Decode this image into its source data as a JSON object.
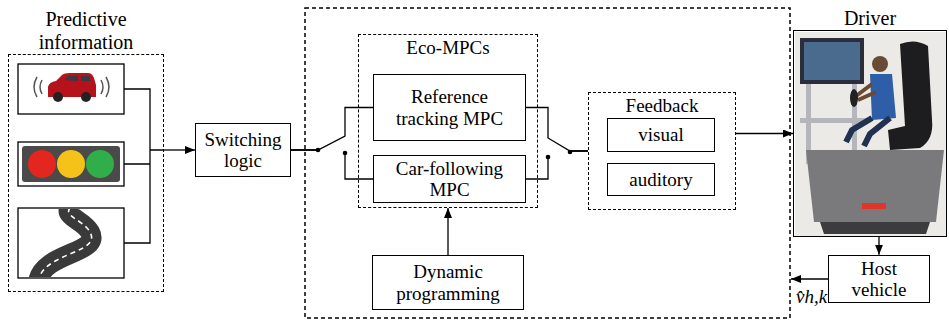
{
  "diagram": {
    "nodes": [
      {
        "text": [
          "Predictive information"
        ]
      },
      {
        "text": [
          "Switching logic"
        ]
      },
      {
        "text": [
          "Eco-MPCs"
        ]
      },
      {
        "text": [
          "Reference tracking MPC"
        ],
        "in": 2
      },
      {
        "text": [
          "Car-following MPC"
        ],
        "in": 2
      },
      {
        "text": [
          "Dynamic programming"
        ]
      },
      {
        "text": [
          "Feedback"
        ]
      },
      {
        "text": [
          "visual"
        ],
        "in": 6
      },
      {
        "text": [
          "auditory"
        ],
        "in": 6
      },
      {
        "text": [
          "Driver"
        ]
      },
      {
        "text": [
          "Host vehicle"
        ]
      }
    ],
    "edges": [
      {
        "from": 0,
        "to": 1,
        "arrow": "to"
      },
      {
        "from": 1,
        "to": 3,
        "arrow": "none"
      },
      {
        "from": 1,
        "to": 4,
        "arrow": "none"
      },
      {
        "from": 5,
        "to": 2,
        "arrow": "to"
      },
      {
        "from": 3,
        "to": 6,
        "arrow": "none"
      },
      {
        "from": 4,
        "to": 6,
        "arrow": "none"
      },
      {
        "from": 6,
        "to": 9,
        "arrow": "to"
      },
      {
        "from": 9,
        "to": 10,
        "arrow": "to"
      }
    ],
    "labels": [
      "v̂h,k"
    ]
  }
}
